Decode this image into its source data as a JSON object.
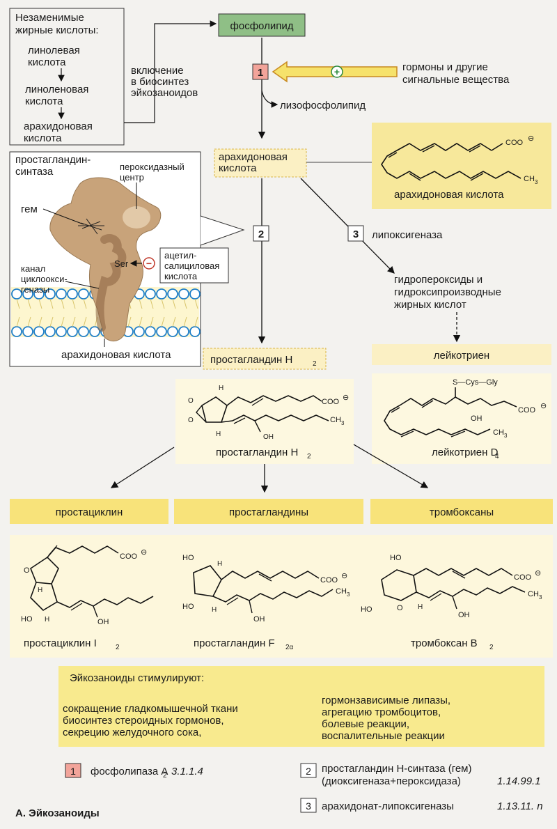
{
  "essential": {
    "title1": "Незаменимые",
    "title2": "жирные кислоты:",
    "linoleic1": "линолевая",
    "linoleic2": "кислота",
    "linolenic1": "линоленовая",
    "linolenic2": "кислота",
    "arach1": "арахидоновая",
    "arach2": "кислота"
  },
  "inclusion": [
    "включение",
    "в биосинтез",
    "эйкозаноидов"
  ],
  "phospholipid": "фосфолипид",
  "hormones": [
    "гормоны и другие",
    "сигнальные вещества"
  ],
  "plus": "+",
  "minus": "−",
  "lysophospholipid": "лизофосфолипид",
  "arachidonic_box": [
    "арахидоновая",
    "кислота"
  ],
  "arachidonic_struct_label": "арахидоновая кислота",
  "coo": "COO",
  "ch3": "CH",
  "ch3_sub": "3",
  "charge": "⊖",
  "enzyme_panel": {
    "pgs": [
      "простагландин-",
      "синтаза"
    ],
    "perox": [
      "пероксидазный",
      "центр"
    ],
    "heme": "гем",
    "ser": "Ser",
    "asa": [
      "ацетил-",
      "салициловая",
      "кислота"
    ],
    "channel": [
      "канал",
      "циклоокси-",
      "геназы"
    ],
    "arach": "арахидоновая кислота"
  },
  "steps": {
    "s1": "1",
    "s2": "2",
    "s3": "3"
  },
  "lipoxygenase": "липоксигеназа",
  "hydroperox": [
    "гидропероксиды и",
    "гидроксипроизводные",
    "жирных кислот"
  ],
  "leukotriene": "лейкотриен",
  "leukotriene_d4": "лейкотриен D",
  "d4_sub": "4",
  "cys_gly": "S—Cys—Gly",
  "oh": "OH",
  "ho": "HO",
  "h": "H",
  "o": "O",
  "pgh2_box": "простагландин H",
  "pgh2_sub": "2",
  "pgh2_label": "простагландин H",
  "classes": [
    "простациклин",
    "простагландины",
    "тромбоксаны"
  ],
  "prostacyclin": "простациклин I",
  "prostacyclin_sub": "2",
  "pgf": "простагландин F",
  "pgf_sub": "2α",
  "txb": "тромбоксан B",
  "txb_sub": "2",
  "stim_title": "Эйкозаноиды стимулируют:",
  "stim_left": [
    "сокращение гладкомышечной ткани",
    "биосинтез стероидных гормонов,",
    "секрецию желудочного сока,"
  ],
  "stim_right": [
    "гормонзависимые липазы,",
    "агрегацию тромбоцитов,",
    "болевые реакции,",
    "воспалительные реакции"
  ],
  "legend1_name": "фосфолипаза A",
  "legend1_sub": "2",
  "legend1_ec": "3.1.1.4",
  "legend2_l1": "простагландин H-синтаза (гем)",
  "legend2_l2": "(диоксигеназа+пероксидаза)",
  "legend2_ec": "1.14.99.1",
  "legend3_name": "арахидонат-липоксигеназы",
  "legend3_ec": "1.13.11. n",
  "figure_title": "А. Эйкозаноиды",
  "colors": {
    "step1": "#f2a49a",
    "green_box": "#8fbf86",
    "yellow": "#f7e89b",
    "band": "#f8e37a",
    "arrow_yellow": "#f6e26b",
    "membrane": "#1f7fc9",
    "enzyme": "#c8a37a"
  }
}
